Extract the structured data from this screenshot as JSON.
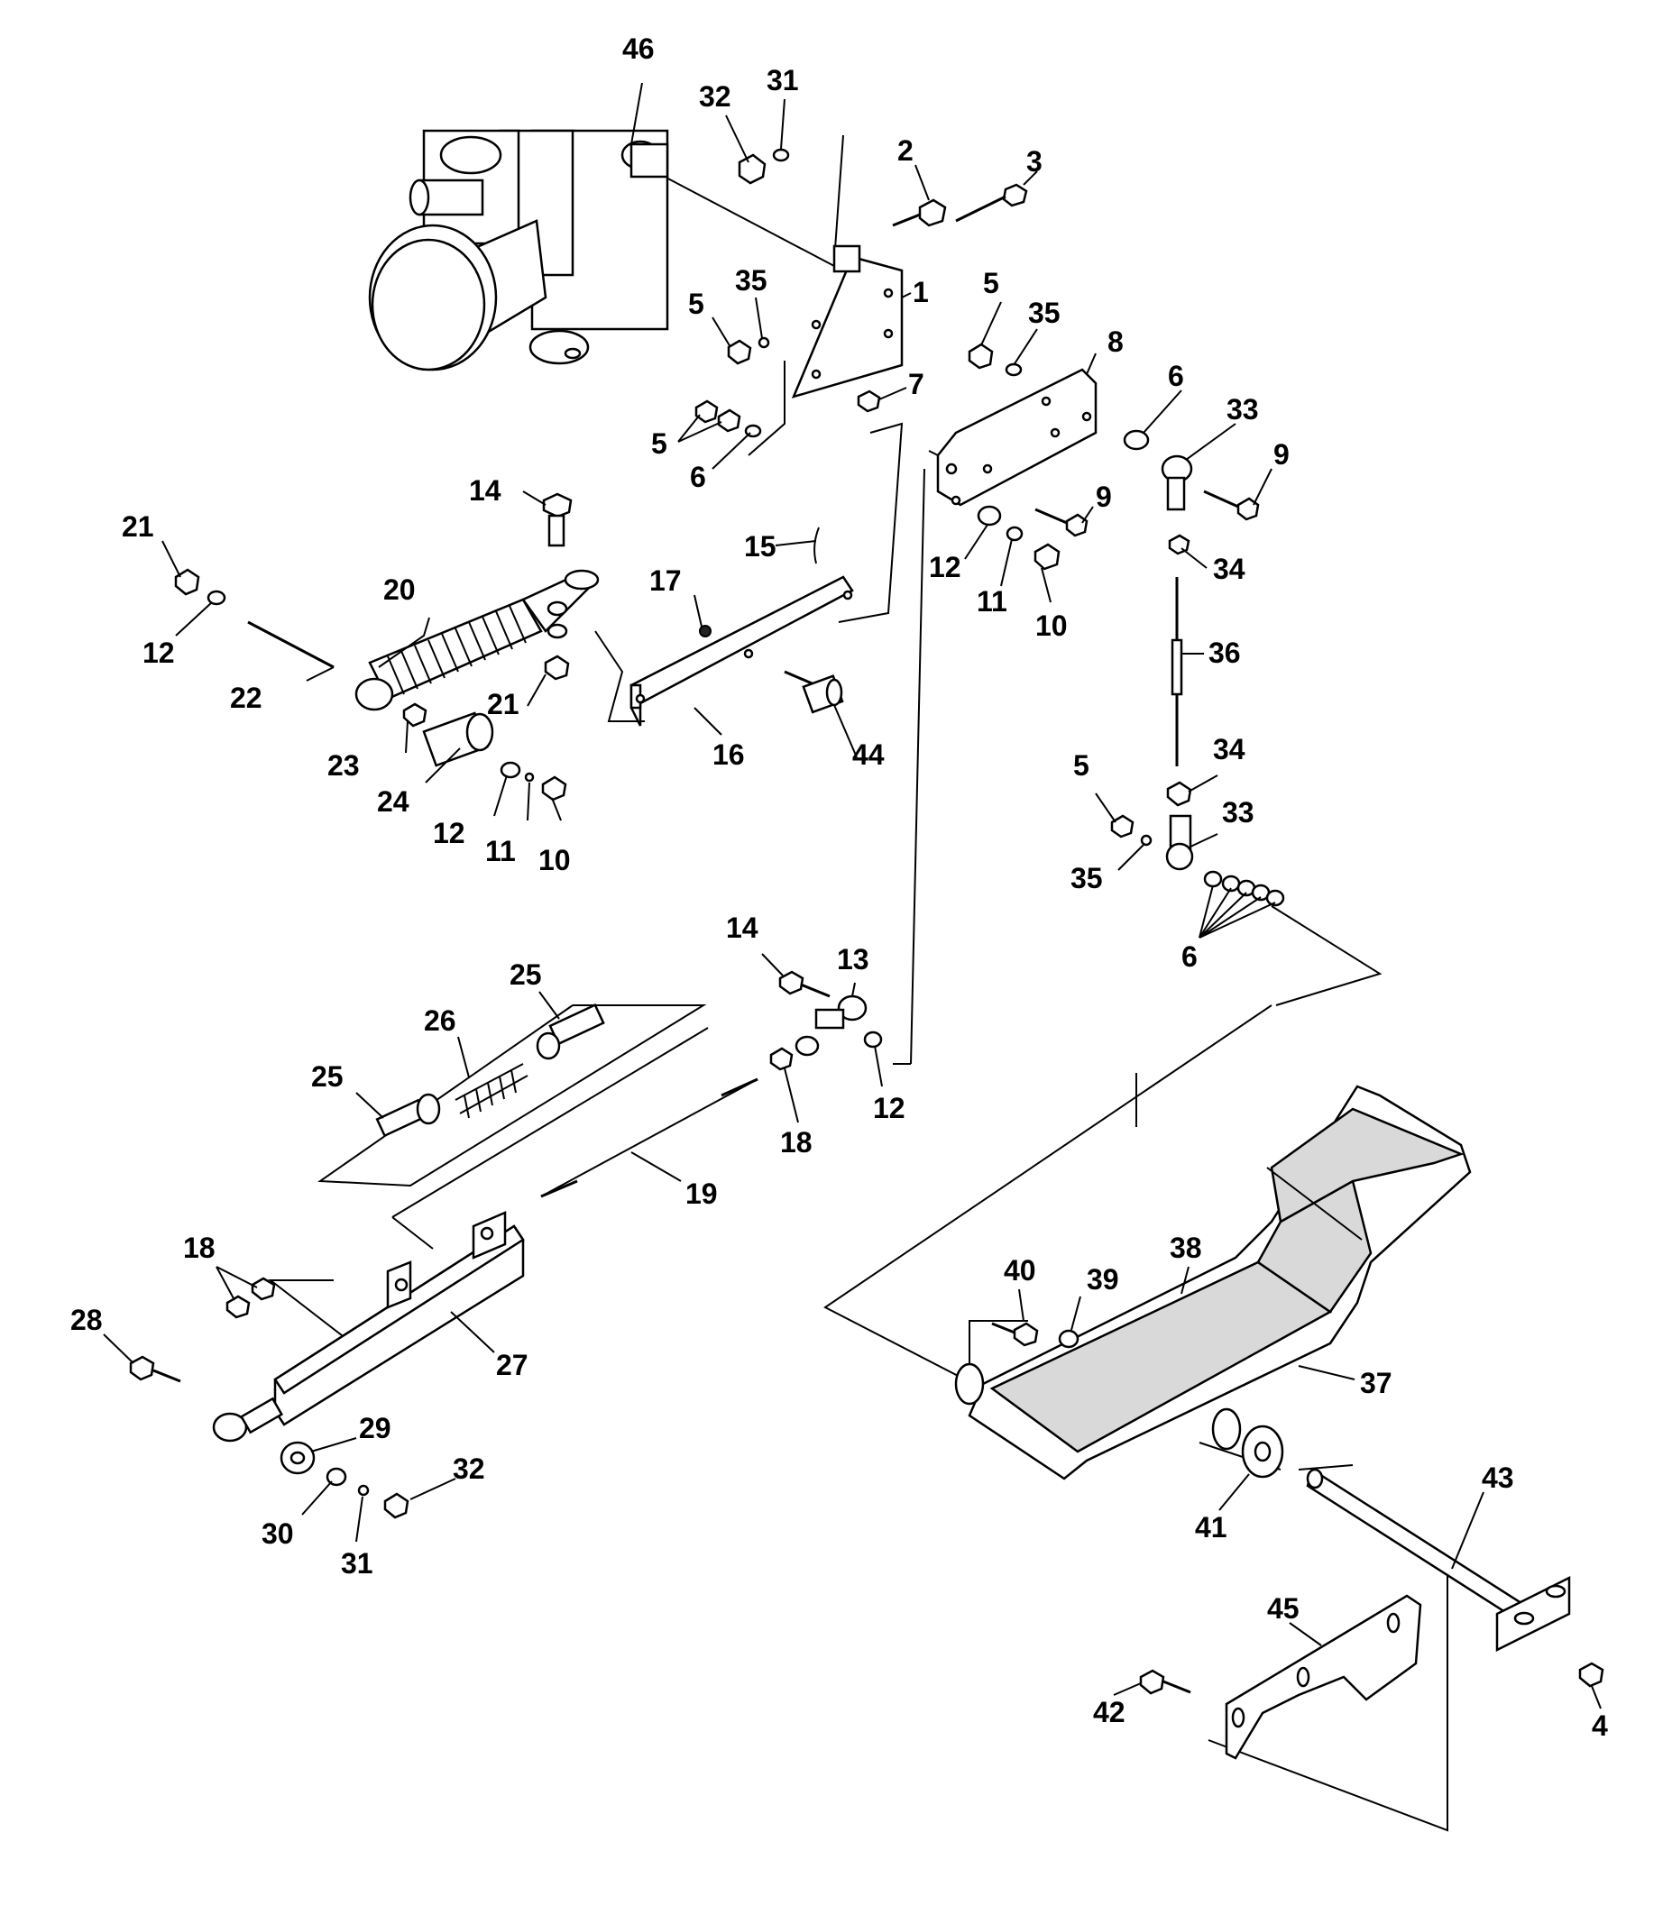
{
  "labels": [
    "46",
    "32",
    "31",
    "2",
    "3",
    "1",
    "5",
    "35",
    "5",
    "35",
    "8",
    "7",
    "5",
    "6",
    "6",
    "33",
    "9",
    "14",
    "21",
    "12",
    "20",
    "22",
    "15",
    "17",
    "12",
    "11",
    "10",
    "9",
    "34",
    "21",
    "23",
    "24",
    "12",
    "11",
    "10",
    "16",
    "44",
    "36",
    "34",
    "5",
    "33",
    "35",
    "6",
    "14",
    "13",
    "25",
    "26",
    "25",
    "18",
    "12",
    "19",
    "18",
    "28",
    "27",
    "29",
    "30",
    "31",
    "32",
    "40",
    "39",
    "38",
    "37",
    "41",
    "43",
    "45",
    "42",
    "4"
  ]
}
